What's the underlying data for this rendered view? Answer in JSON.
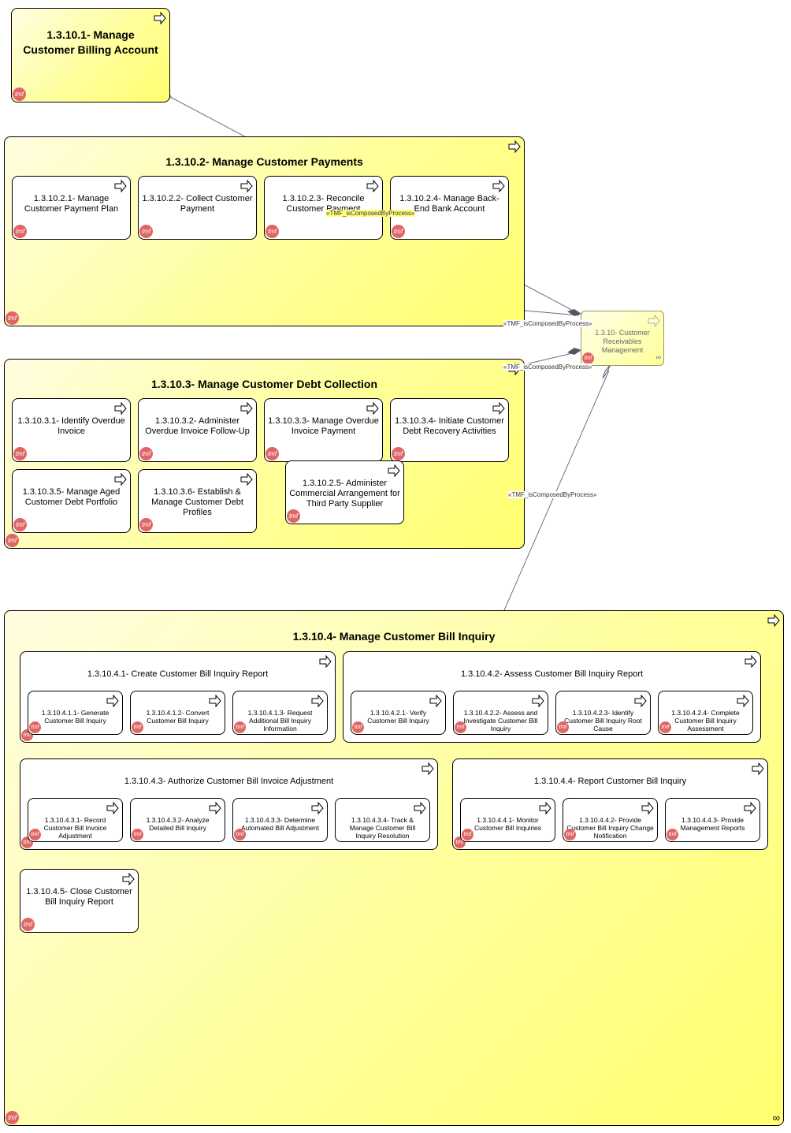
{
  "boxes": {
    "b1": "1.3.10.1- Manage Customer Billing Account",
    "b2": "1.3.10.2- Manage Customer Payments",
    "b2_1": "1.3.10.2.1- Manage Customer Payment Plan",
    "b2_2": "1.3.10.2.2- Collect Customer Payment",
    "b2_3": "1.3.10.2.3- Reconcile Customer Payment",
    "b2_4": "1.3.10.2.4- Manage Back-End Bank Account",
    "b3": "1.3.10.3- Manage Customer Debt Collection",
    "b3_1": "1.3.10.3.1- Identify Overdue Invoice",
    "b3_2": "1.3.10.3.2- Administer Overdue Invoice Follow-Up",
    "b3_3": "1.3.10.3.3- Manage Overdue Invoice Payment",
    "b3_4": "1.3.10.3.4- Initiate Customer Debt Recovery Activities",
    "b3_5": "1.3.10.3.5- Manage Aged Customer Debt Portfolio",
    "b3_6": "1.3.10.3.6- Establish & Manage Customer Debt Profiles",
    "b2_5": "1.3.10.2.5- Administer Commercial Arrangement for Third Party Supplier",
    "b4": "1.3.10.4- Manage Customer Bill Inquiry",
    "b4_1": "1.3.10.4.1- Create Customer Bill Inquiry Report",
    "b4_1_1": "1.3.10.4.1.1- Generate Customer Bill Inquiry",
    "b4_1_2": "1.3.10.4.1.2- Convert Customer Bill Inquiry",
    "b4_1_3": "1.3.10.4.1.3- Request Additional Bill Inquiry Information",
    "b4_2": "1.3.10.4.2- Assess Customer Bill Inquiry Report",
    "b4_2_1": "1.3.10.4.2.1- Verify Customer Bill Inquiry",
    "b4_2_2": "1.3.10.4.2.2- Assess and Investigate Customer Bill Inquiry",
    "b4_2_3": "1.3.10.4.2.3- Identify Customer Bill Inquiry Root Cause",
    "b4_2_4": "1.3.10.4.2.4- Complete Customer Bill Inquiry Assessment",
    "b4_3": "1.3.10.4.3- Authorize Customer Bill Invoice Adjustment",
    "b4_3_1": "1.3.10.4.3.1- Record Customer Bill Invoice Adjustment",
    "b4_3_2": "1.3.10.4.3.2- Analyze Detailed Bill Inquiry",
    "b4_3_3": "1.3.10.4.3.3- Determine Automated Bill Adjustment",
    "b4_3_4": "1.3.10.4.3.4- Track & Manage Customer Bill Inquiry Resolution",
    "b4_4": "1.3.10.4.4- Report Customer Bill Inquiry",
    "b4_4_1": "1.3.10.4.4.1- Monitor Customer Bill Inquiries",
    "b4_4_2": "1.3.10.4.4.2- Provide Customer Bill Inquiry Change Notification",
    "b4_4_3": "1.3.10.4.4.3- Provide Management Reports",
    "b4_5": "1.3.10.4.5- Close Customer Bill Inquiry Report",
    "root": "1.3.10- Customer Receivables Management"
  },
  "connector_label": "«TMF_isComposedByProcess»",
  "tmf_badge": "tmf",
  "colors": {
    "fill": "#ffff9a",
    "tmf_badge": "#e06666",
    "line": "#6b6b8a"
  }
}
